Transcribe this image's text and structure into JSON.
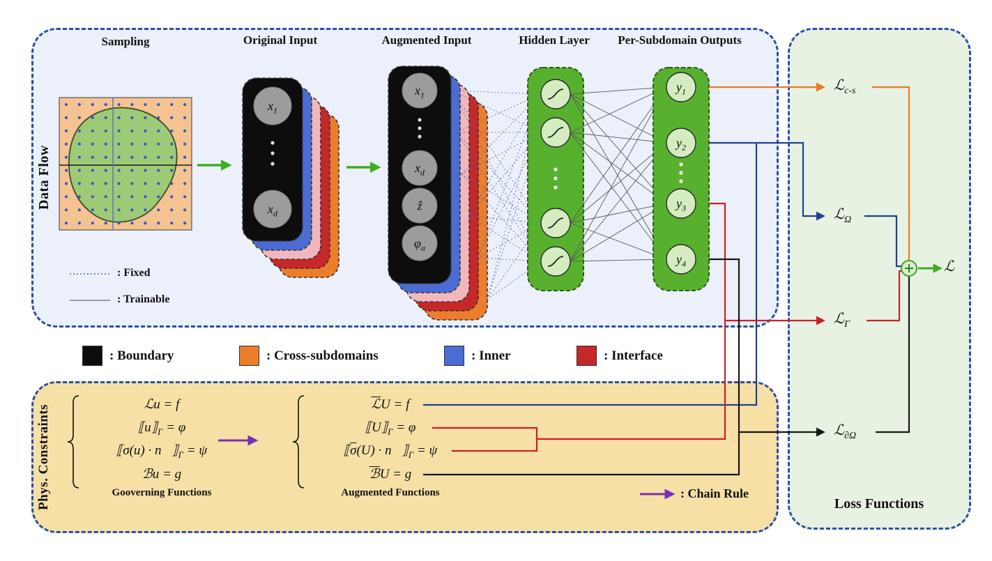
{
  "dataflow": {
    "title": "Data Flow",
    "columns": {
      "sampling": "Sampling",
      "original_input": "Original Input",
      "augmented_input": "Augmented Input",
      "hidden_layer": "Hidden Layer",
      "outputs": "Per-Subdomain Outputs"
    },
    "legend_fixed": ": Fixed",
    "legend_trainable": ": Trainable"
  },
  "nodes": {
    "orig": [
      {
        "main": "x",
        "sub": "1"
      },
      {
        "main": "x",
        "sub": "d"
      }
    ],
    "aug": [
      {
        "main": "x",
        "sub": "1"
      },
      {
        "main": "x",
        "sub": "d"
      },
      {
        "main": "ẑ",
        "sub": ""
      },
      {
        "main": "φ",
        "sub": "a"
      }
    ],
    "out": [
      {
        "main": "y",
        "sub": "1"
      },
      {
        "main": "y",
        "sub": "2"
      },
      {
        "main": "y",
        "sub": "3"
      },
      {
        "main": "y",
        "sub": "4"
      }
    ]
  },
  "legend_row": [
    {
      "label": ": Boundary",
      "color": "#0d0d0d"
    },
    {
      "label": ": Cross-subdomains",
      "color": "#ec7d2b"
    },
    {
      "label": ": Inner",
      "color": "#4a6cd4"
    },
    {
      "label": ": Interface",
      "color": "#c62828"
    }
  ],
  "phys": {
    "title": "Phys. Constraints",
    "governing": {
      "eq1": {
        "p1": "ℒu = f",
        "ol": "",
        "p2": "",
        "sub": "",
        "p3": ""
      },
      "eq2": {
        "p1": "⟦u⟧",
        "ol": "",
        "p2": "",
        "sub": "Γ",
        "p3": " = φ"
      },
      "eq3": {
        "p1": "⟦σ(u) · n⃗⟧",
        "ol": "",
        "p2": "",
        "sub": "Γ",
        "p3": " = ψ"
      },
      "eq4": {
        "p1": "ℬu = g",
        "ol": "",
        "p2": "",
        "sub": "",
        "p3": ""
      },
      "caption": "Gooverning Functions"
    },
    "augmented": {
      "eq1": {
        "p1": "",
        "ol": "ℒ",
        "p2": "U = f",
        "sub": "",
        "p3": ""
      },
      "eq2": {
        "p1": "⟦U⟧",
        "ol": "",
        "p2": "",
        "sub": "Γ",
        "p3": " = φ"
      },
      "eq3": {
        "p1": "⟦",
        "ol": "σ",
        "p2": "(U) · n⃗⟧",
        "sub": "Γ",
        "p3": " = ψ"
      },
      "eq4": {
        "p1": "",
        "ol": "ℬ",
        "p2": "U = g",
        "sub": "",
        "p3": ""
      },
      "caption": "Augmented Functions"
    },
    "chain_rule_label": ": Chain Rule"
  },
  "loss": {
    "title": "Loss Functions",
    "items": [
      {
        "main": "ℒ",
        "sub": "c-s"
      },
      {
        "main": "ℒ",
        "sub": "Ω"
      },
      {
        "main": "ℒ",
        "sub": "Γ"
      },
      {
        "main": "ℒ",
        "sub": "∂Ω"
      }
    ],
    "total": "ℒ"
  },
  "colors": {
    "panel_border": "#2a4fa8",
    "dataflow_bg": "#ecf0fa",
    "phys_bg": "#f6e0a6",
    "loss_bg": "#e8f2e2",
    "boundary": "#0d0d0d",
    "cross_subdomains": "#ec7d2b",
    "inner": "#4a6cd4",
    "interface": "#c62828",
    "network_green": "#57b12e",
    "node_green": "#d4ecc0",
    "loss_cs_line": "#e87a25",
    "loss_omega_line": "#20408f",
    "loss_gamma_line": "#cc2027",
    "loss_boundary_line": "#161616",
    "arrow_green": "#3fae22",
    "chain_purple": "#7a2fb5",
    "sampling_bg": "#f4c391",
    "sampling_blob": "#9dca77",
    "sampling_dots": "#3a55c0"
  }
}
